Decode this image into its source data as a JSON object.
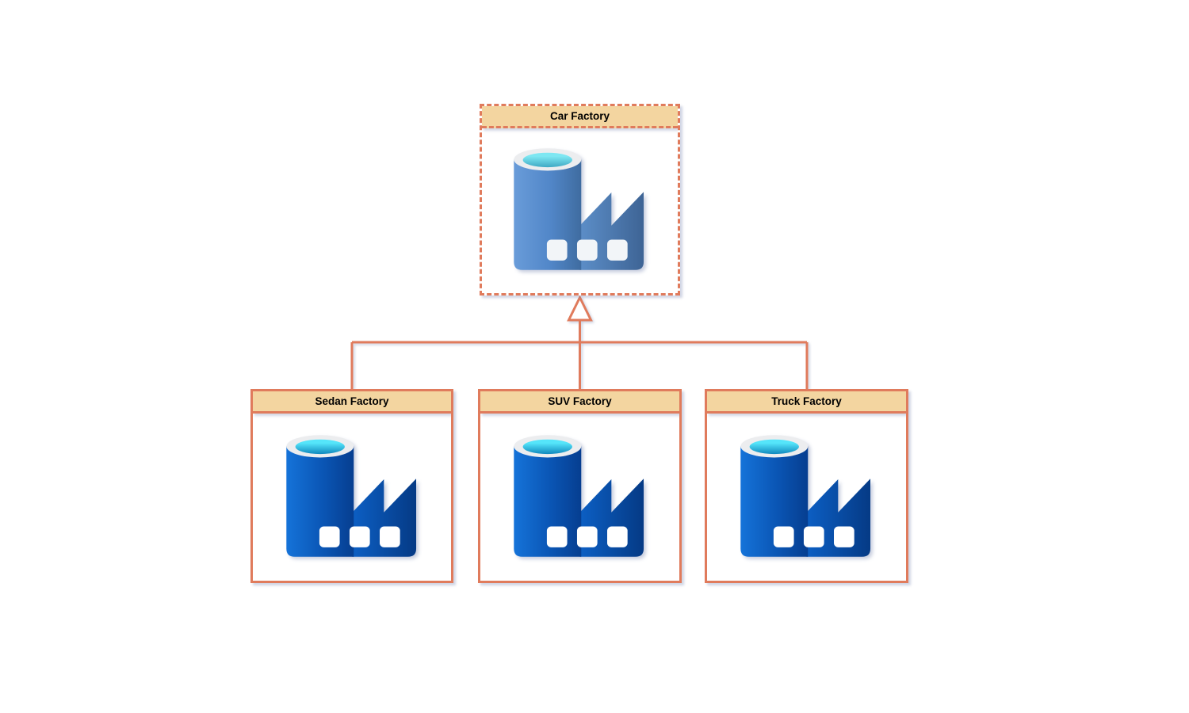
{
  "diagram": {
    "type": "class-hierarchy",
    "relationship": "inheritance",
    "parent": {
      "label": "Car Factory",
      "border_style": "dashed",
      "icon": "factory-icon"
    },
    "children": [
      {
        "label": "Sedan Factory",
        "border_style": "solid",
        "icon": "factory-icon"
      },
      {
        "label": "SUV Factory",
        "border_style": "solid",
        "icon": "factory-icon"
      },
      {
        "label": "Truck Factory",
        "border_style": "solid",
        "icon": "factory-icon"
      }
    ],
    "edges": [
      {
        "from": "Sedan Factory",
        "to": "Car Factory",
        "type": "inheritance-hollow-triangle"
      },
      {
        "from": "SUV Factory",
        "to": "Car Factory",
        "type": "inheritance-hollow-triangle"
      },
      {
        "from": "Truck Factory",
        "to": "Car Factory",
        "type": "inheritance-hollow-triangle"
      }
    ],
    "colors": {
      "connector": "#E07B5C",
      "node_border": "#E07B5C",
      "header_fill": "#F3D5A0",
      "node_body_fill": "#FFFFFF",
      "label_text": "#000000",
      "icon_blue_vivid_light": "#1573D9",
      "icon_blue_vivid_dark": "#063E90",
      "icon_blue_muted_light": "#699CD9",
      "icon_blue_muted_dark": "#3F6CA0",
      "icon_cyan_bright": "#55E5FA",
      "icon_cyan_deep": "#1089BE",
      "icon_ring": "#ECEDEF",
      "icon_window": "#FFFFFF"
    }
  }
}
